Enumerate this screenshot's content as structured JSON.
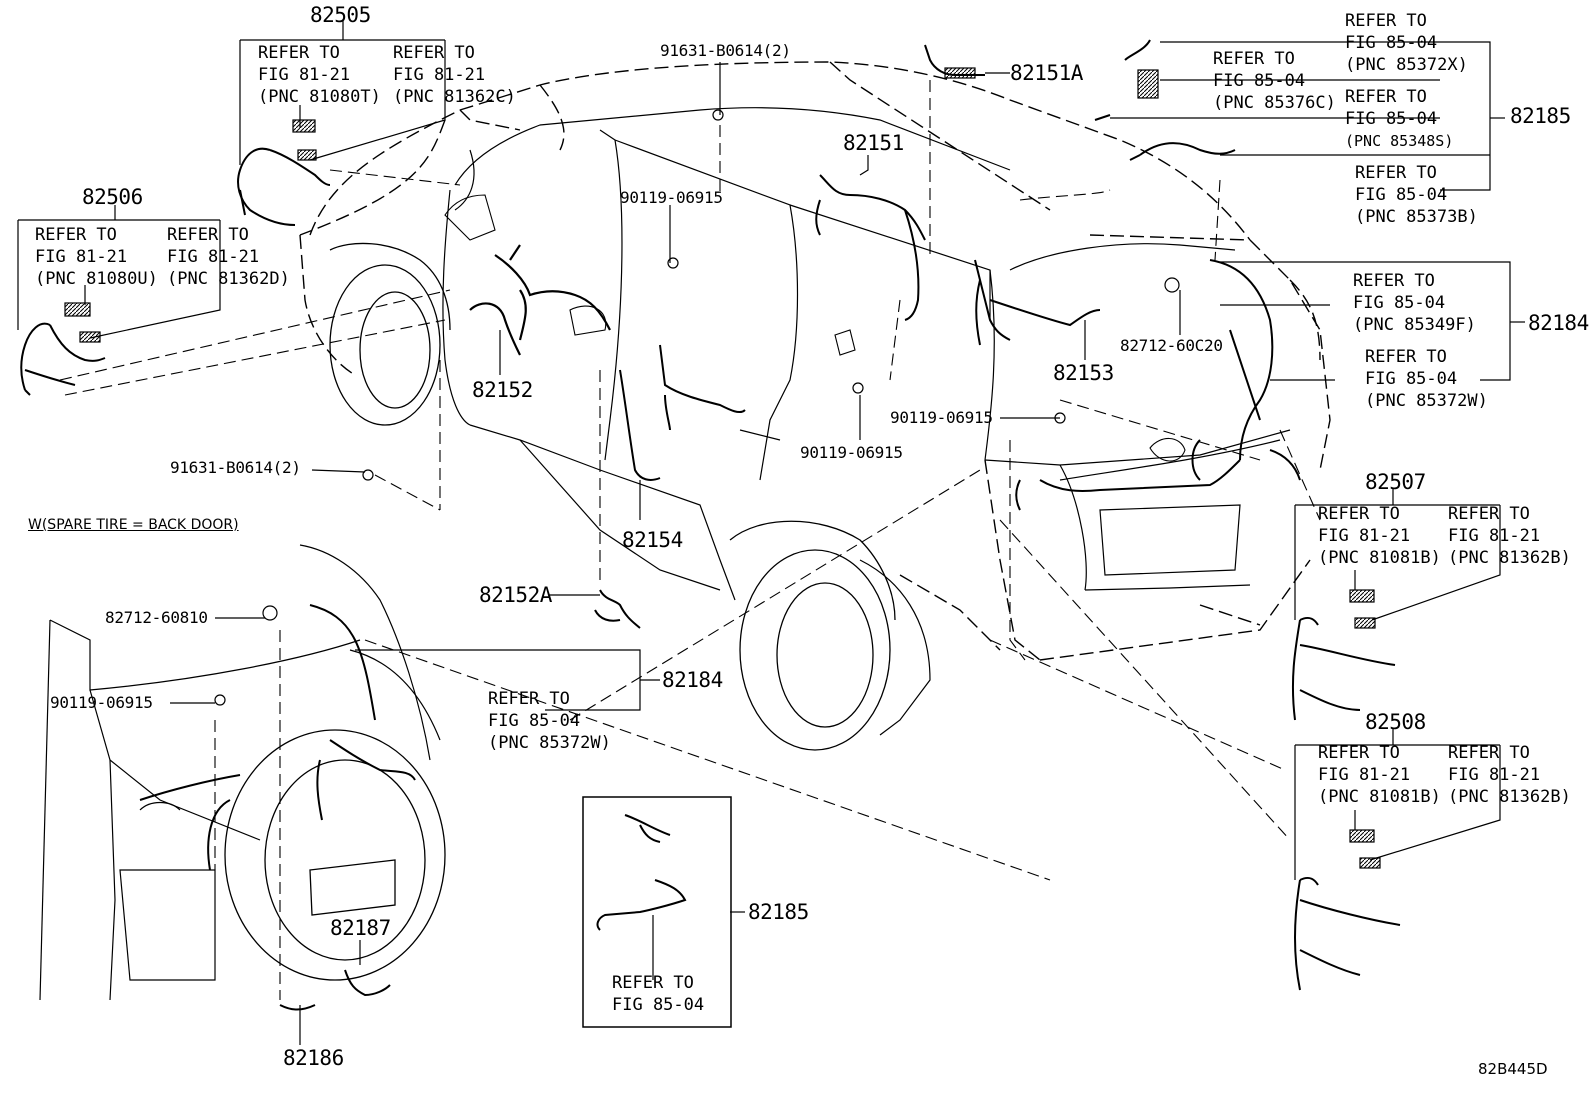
{
  "pnc_labels": {
    "p82505": "82505",
    "p82506": "82506",
    "p82151A": "82151A",
    "p82151": "82151",
    "p82185_top": "82185",
    "p82184_right": "82184",
    "p82152": "82152",
    "p82153": "82153",
    "p82154": "82154",
    "p82152A": "82152A",
    "p82507": "82507",
    "p82508": "82508",
    "p82184_left": "82184",
    "p82185_bottom": "82185",
    "p82187": "82187",
    "p82186": "82186"
  },
  "part_numbers": {
    "bolt_91631_top": "91631-B0614(2)",
    "bolt_91631_left": "91631-B0614(2)",
    "clip_90119_a": "90119-06915",
    "clip_90119_b": "90119-06915",
    "clip_90119_c": "90119-06915",
    "clip_90119_d": "90119-06915",
    "clamp_82712_60C20": "82712-60C20",
    "clamp_82712_60810": "82712-60810"
  },
  "refer_blocks": {
    "r82505_a": [
      "REFER TO",
      "FIG 81-21",
      "(PNC 81080T)"
    ],
    "r82505_b": [
      "REFER TO",
      "FIG 81-21",
      "(PNC 81362C)"
    ],
    "r82506_a": [
      "REFER TO",
      "FIG 81-21",
      "(PNC 81080U)"
    ],
    "r82506_b": [
      "REFER TO",
      "FIG 81-21",
      "(PNC 81362D)"
    ],
    "r82185_a": [
      "REFER TO",
      "FIG 85-04",
      "(PNC 85372X)"
    ],
    "r82185_b": [
      "REFER TO",
      "FIG 85-04",
      "(PNC 85376C)"
    ],
    "r82185_c": [
      "REFER TO",
      "FIG 85-04",
      "(PNC 85348S)"
    ],
    "r82185_d": [
      "REFER TO",
      "FIG 85-04",
      "(PNC 85373B)"
    ],
    "r82184_a": [
      "REFER TO",
      "FIG 85-04",
      "(PNC 85349F)"
    ],
    "r82184_b": [
      "REFER TO",
      "FIG 85-04",
      "(PNC 85372W)"
    ],
    "r82507_a": [
      "REFER TO",
      "FIG 81-21",
      "(PNC 81081B)"
    ],
    "r82507_b": [
      "REFER TO",
      "FIG 81-21",
      "(PNC 81362B)"
    ],
    "r82508_a": [
      "REFER TO",
      "FIG 81-21",
      "(PNC 81081B)"
    ],
    "r82508_b": [
      "REFER TO",
      "FIG 81-21",
      "(PNC 81362B)"
    ],
    "r82184_inset": [
      "REFER TO",
      "FIG 85-04",
      "(PNC 85372W)"
    ],
    "r82185_inset": [
      "REFER TO",
      "FIG 85-04"
    ]
  },
  "inset_note": "W(SPARE TIRE = BACK DOOR)",
  "diagram_code": "82B445D"
}
